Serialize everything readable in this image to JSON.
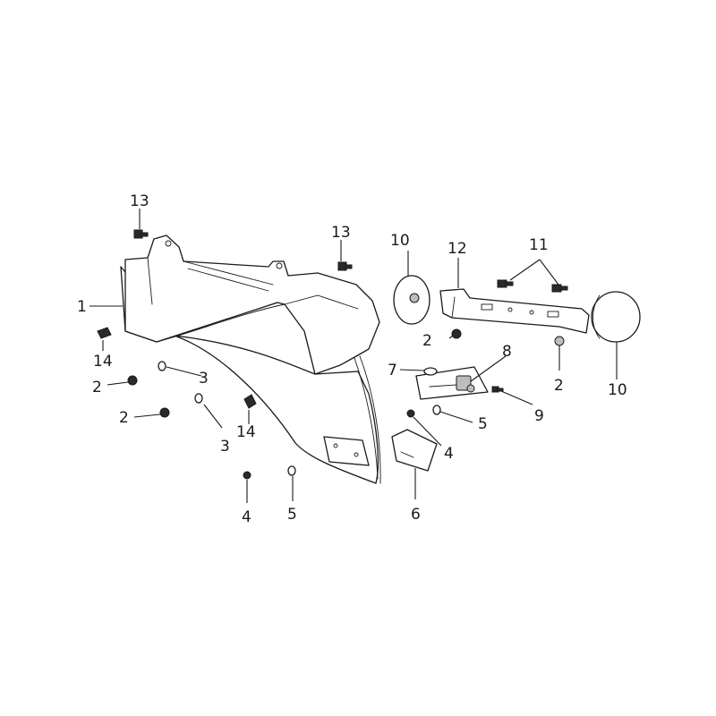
{
  "callouts": {
    "c1": "1",
    "c2a": "2",
    "c2b": "2",
    "c2c": "2",
    "c2d": "2",
    "c3a": "3",
    "c3b": "3",
    "c4a": "4",
    "c4b": "4",
    "c5a": "5",
    "c5b": "5",
    "c6": "6",
    "c7": "7",
    "c8": "8",
    "c9": "9",
    "c10a": "10",
    "c10b": "10",
    "c11": "11",
    "c12": "12",
    "c13a": "13",
    "c13b": "13",
    "c14a": "14",
    "c14b": "14"
  }
}
